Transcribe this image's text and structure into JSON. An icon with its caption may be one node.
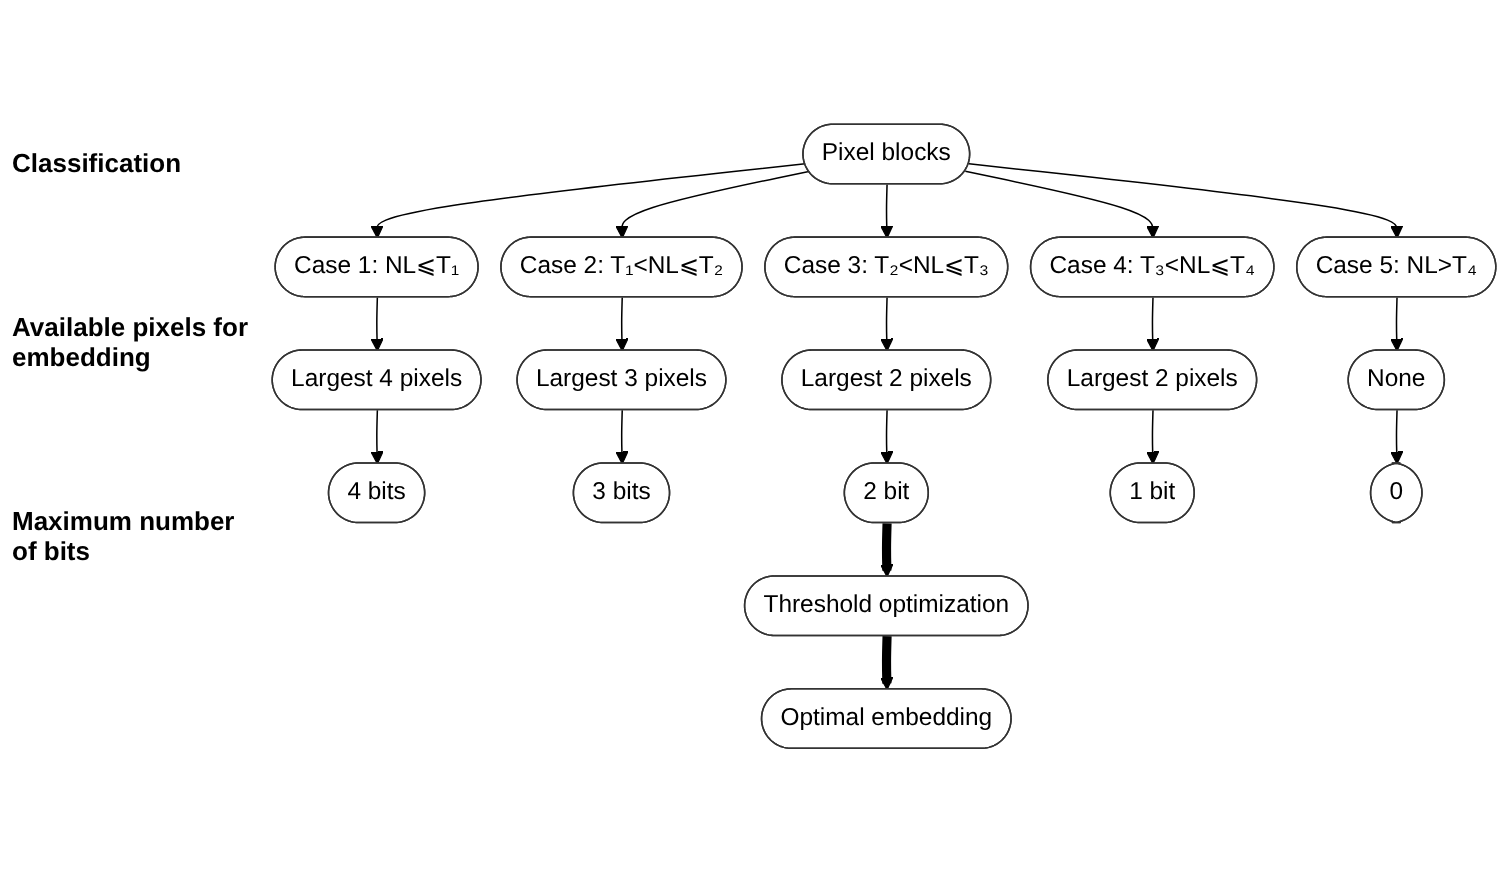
{
  "diagram": {
    "nodes": [
      {
        "text": [
          "Pixel blocks"
        ]
      },
      {
        "text": [
          "Case 1: NL⩽T₁"
        ]
      },
      {
        "text": [
          "Case 2: T₁<NL⩽T₂"
        ]
      },
      {
        "text": [
          "Case 3: T₂<NL⩽T₃"
        ]
      },
      {
        "text": [
          "Case 4: T₃<NL⩽T₄"
        ]
      },
      {
        "text": [
          "Case 5: NL>T₄"
        ]
      },
      {
        "text": [
          "Largest 4 pixels"
        ]
      },
      {
        "text": [
          "Largest 3 pixels"
        ]
      },
      {
        "text": [
          "Largest 2 pixels"
        ]
      },
      {
        "text": [
          "Largest 2 pixels"
        ]
      },
      {
        "text": [
          "None"
        ]
      },
      {
        "text": [
          "4 bits"
        ]
      },
      {
        "text": [
          "3 bits"
        ]
      },
      {
        "text": [
          "2 bit"
        ]
      },
      {
        "text": [
          "1 bit"
        ]
      },
      {
        "text": [
          "0"
        ]
      },
      {
        "text": [
          "Threshold optimization"
        ]
      },
      {
        "text": [
          "Optimal embedding"
        ]
      }
    ],
    "edges": [
      {
        "from": 0,
        "to": 1,
        "arrow": "to"
      },
      {
        "from": 0,
        "to": 2,
        "arrow": "to"
      },
      {
        "from": 0,
        "to": 3,
        "arrow": "to"
      },
      {
        "from": 0,
        "to": 4,
        "arrow": "to"
      },
      {
        "from": 0,
        "to": 5,
        "arrow": "to"
      },
      {
        "from": 1,
        "to": 6,
        "arrow": "to"
      },
      {
        "from": 2,
        "to": 7,
        "arrow": "to"
      },
      {
        "from": 3,
        "to": 8,
        "arrow": "to"
      },
      {
        "from": 4,
        "to": 9,
        "arrow": "to"
      },
      {
        "from": 5,
        "to": 10,
        "arrow": "to"
      },
      {
        "from": 6,
        "to": 11,
        "arrow": "to"
      },
      {
        "from": 7,
        "to": 12,
        "arrow": "to"
      },
      {
        "from": 8,
        "to": 13,
        "arrow": "to"
      },
      {
        "from": 9,
        "to": 14,
        "arrow": "to"
      },
      {
        "from": 10,
        "to": 15,
        "arrow": "to"
      },
      {
        "from": 13,
        "to": 16,
        "arrow": "to",
        "style": "thick"
      },
      {
        "from": 16,
        "to": 17,
        "arrow": "to",
        "style": "thick"
      }
    ],
    "labels": [
      "Classification",
      "Available pixels for embedding",
      "Maximum number of bits"
    ]
  }
}
